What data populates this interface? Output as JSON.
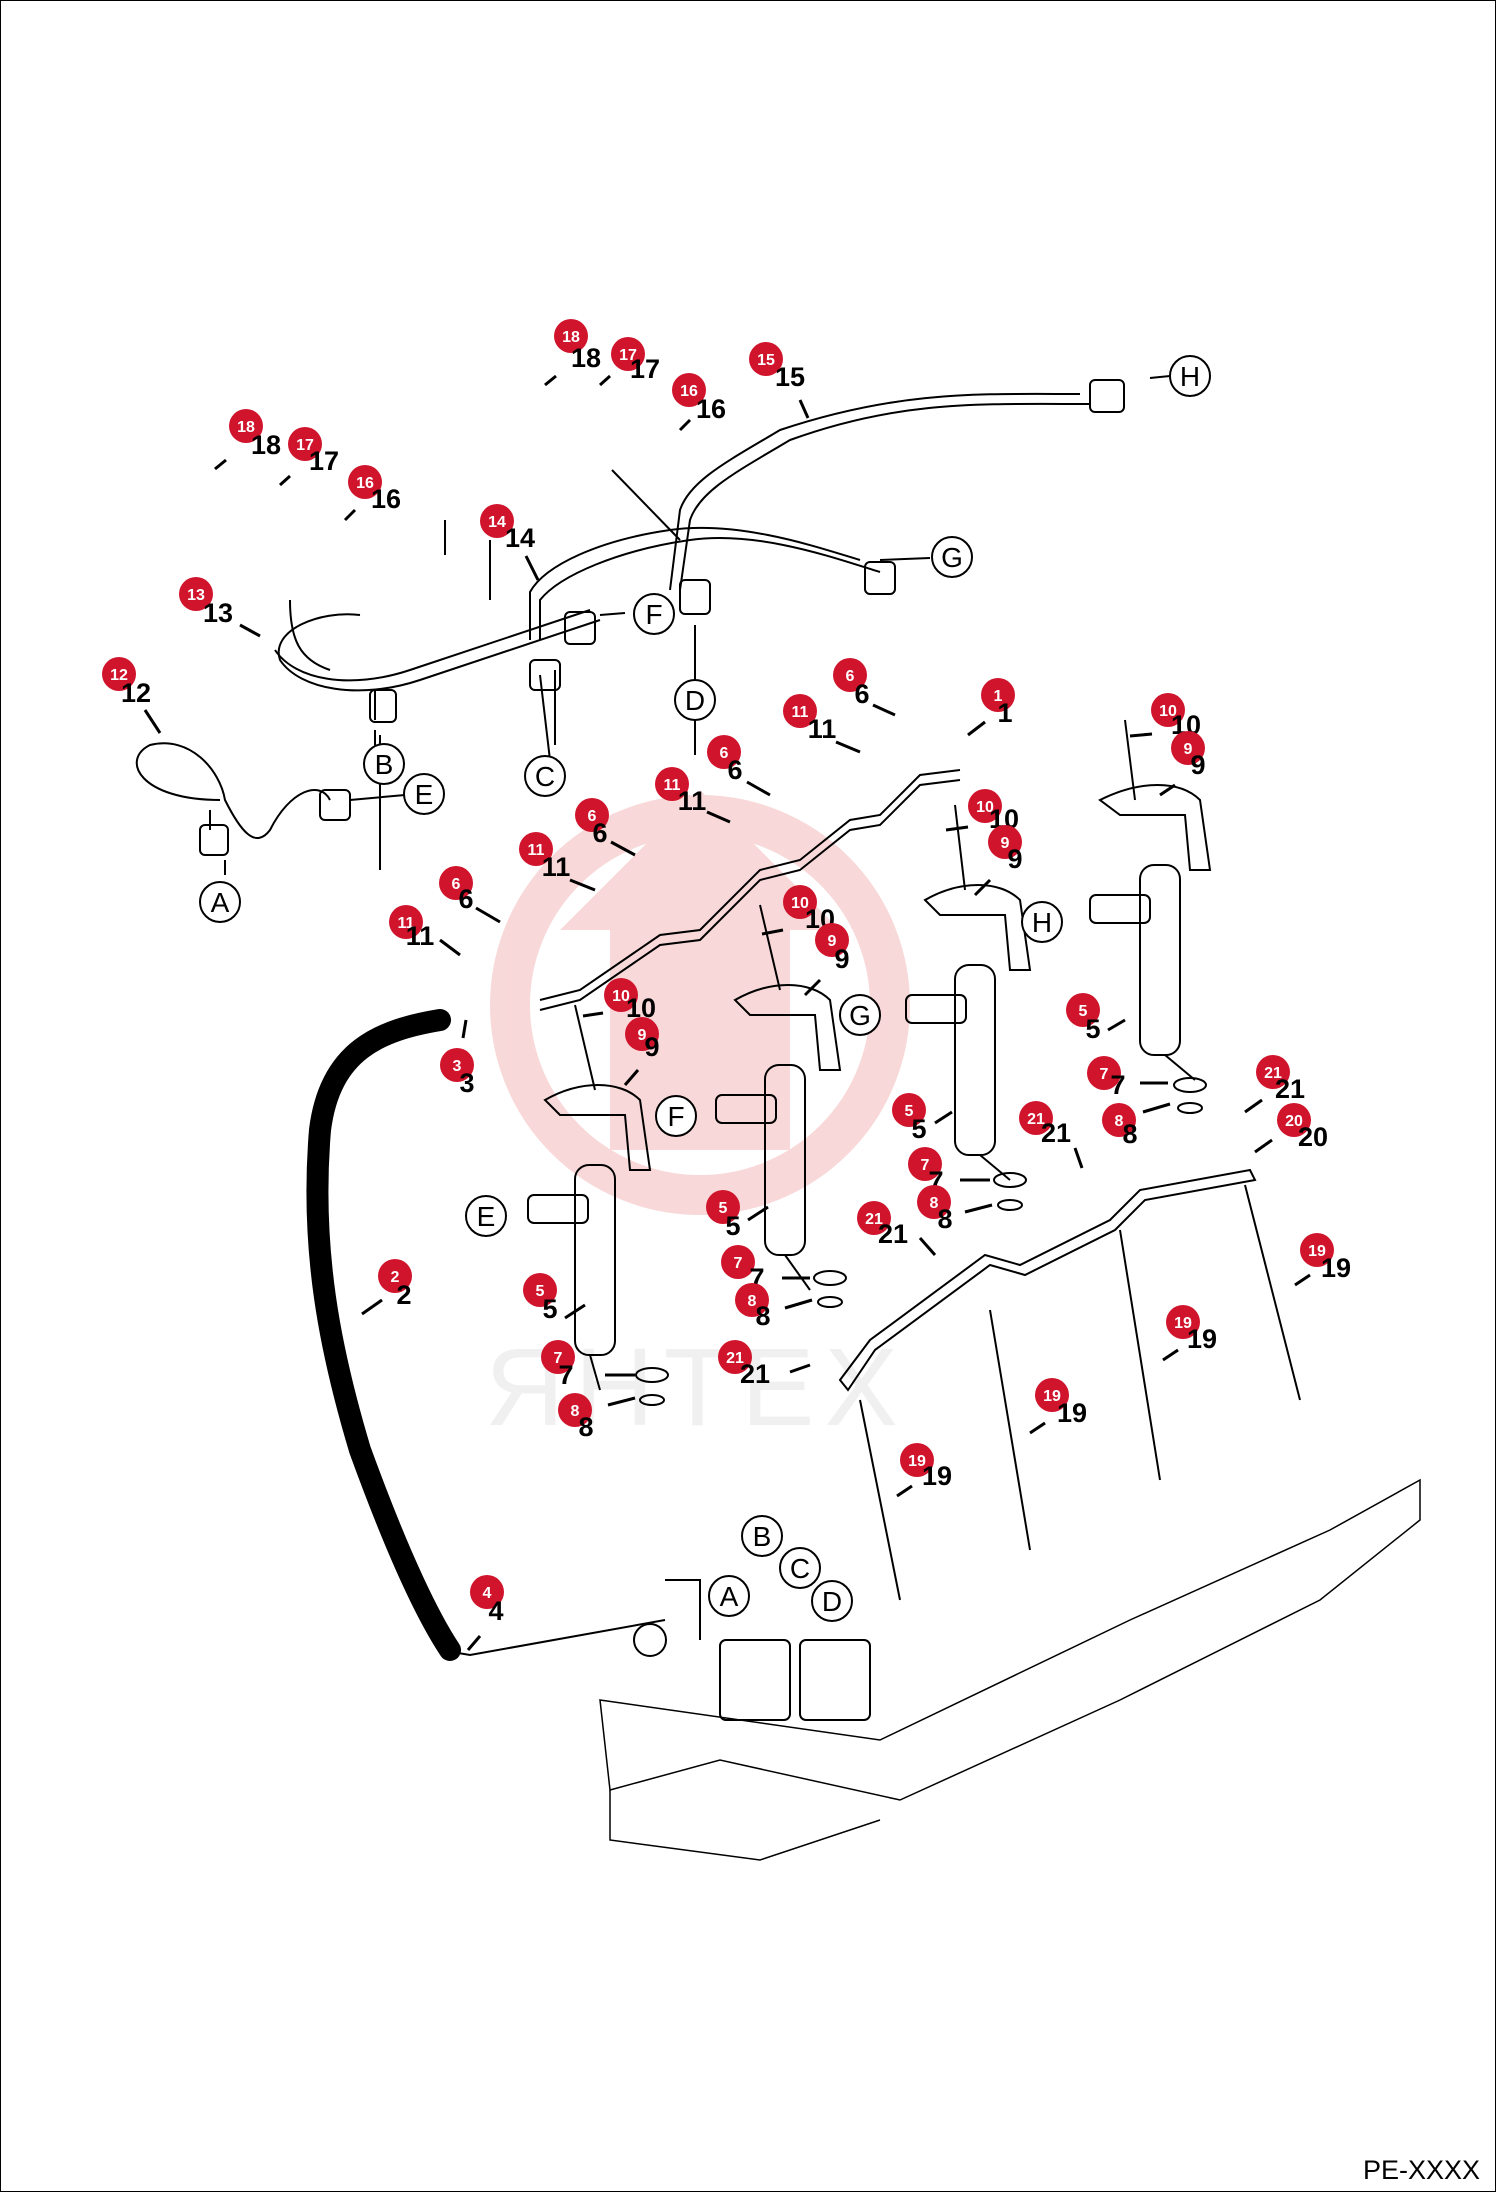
{
  "page_code": "PE-XXXX",
  "watermark": "ЯНТЕХ",
  "colors": {
    "callout": "#d0142c",
    "line": "#000000",
    "watermark": "#f5c4c4",
    "background": "#ffffff"
  },
  "callouts": [
    {
      "n": "18"
    },
    {
      "n": "18"
    },
    {
      "n": "17"
    },
    {
      "n": "17"
    },
    {
      "n": "16"
    },
    {
      "n": "16"
    },
    {
      "n": "15"
    },
    {
      "n": "14"
    },
    {
      "n": "13"
    },
    {
      "n": "12"
    },
    {
      "n": "6"
    },
    {
      "n": "1"
    },
    {
      "n": "11"
    },
    {
      "n": "10"
    },
    {
      "n": "9"
    },
    {
      "n": "6"
    },
    {
      "n": "11"
    },
    {
      "n": "10"
    },
    {
      "n": "9"
    },
    {
      "n": "6"
    },
    {
      "n": "11"
    },
    {
      "n": "10"
    },
    {
      "n": "9"
    },
    {
      "n": "6"
    },
    {
      "n": "11"
    },
    {
      "n": "10"
    },
    {
      "n": "9"
    },
    {
      "n": "3"
    },
    {
      "n": "5"
    },
    {
      "n": "5"
    },
    {
      "n": "5"
    },
    {
      "n": "5"
    },
    {
      "n": "7"
    },
    {
      "n": "8"
    },
    {
      "n": "7"
    },
    {
      "n": "8"
    },
    {
      "n": "7"
    },
    {
      "n": "8"
    },
    {
      "n": "7"
    },
    {
      "n": "8"
    },
    {
      "n": "21"
    },
    {
      "n": "21"
    },
    {
      "n": "20"
    },
    {
      "n": "21"
    },
    {
      "n": "21"
    },
    {
      "n": "19"
    },
    {
      "n": "19"
    },
    {
      "n": "19"
    },
    {
      "n": "19"
    },
    {
      "n": "2"
    },
    {
      "n": "4"
    }
  ],
  "ref_letters": [
    "H",
    "G",
    "F",
    "D",
    "C",
    "B",
    "E",
    "A",
    "H",
    "G",
    "F",
    "E",
    "B",
    "A",
    "C",
    "D"
  ]
}
